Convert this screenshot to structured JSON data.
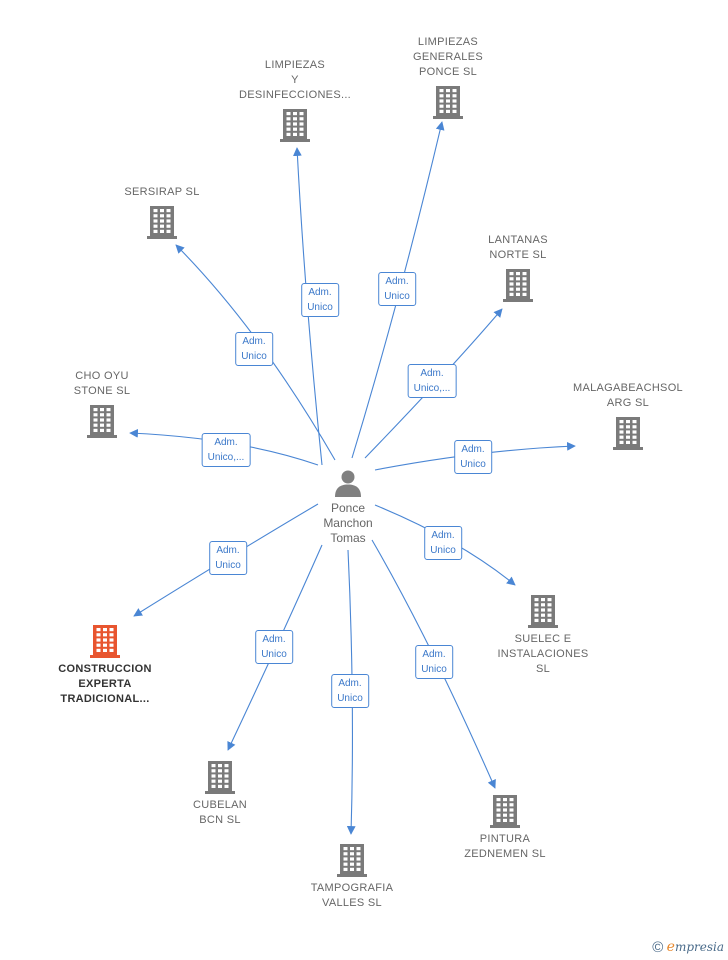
{
  "center": {
    "id": "person",
    "label": "Ponce\nManchon\nTomas",
    "icon": "person-icon"
  },
  "companies": [
    {
      "id": "limpiezas-y-desinfecciones",
      "label": "LIMPIEZAS\nY\nDESINFECCIONES...",
      "role": "Adm.\nUnico",
      "highlight": false
    },
    {
      "id": "limpiezas-generales-ponce",
      "label": "LIMPIEZAS\nGENERALES\nPONCE  SL",
      "role": "Adm.\nUnico",
      "highlight": false
    },
    {
      "id": "sersirap",
      "label": "SERSIRAP  SL",
      "role": "Adm.\nUnico",
      "highlight": false
    },
    {
      "id": "lantanas-norte",
      "label": "LANTANAS\nNORTE  SL",
      "role": "Adm.\nUnico,...",
      "highlight": false
    },
    {
      "id": "cho-oyu-stone",
      "label": "CHO OYU\nSTONE  SL",
      "role": "Adm.\nUnico,...",
      "highlight": false
    },
    {
      "id": "malagabeachsolarg",
      "label": "MALAGABEACHSOL\nARG  SL",
      "role": "Adm.\nUnico",
      "highlight": false
    },
    {
      "id": "construccion-experta",
      "label": "CONSTRUCCION\nEXPERTA\nTRADICIONAL...",
      "role": "Adm.\nUnico",
      "highlight": true
    },
    {
      "id": "suelec-instalaciones",
      "label": "SUELEC E\nINSTALACIONES\nSL",
      "role": "Adm.\nUnico",
      "highlight": false
    },
    {
      "id": "cubelan-bcn",
      "label": "CUBELAN\nBCN  SL",
      "role": "Adm.\nUnico",
      "highlight": false
    },
    {
      "id": "tampografia-valles",
      "label": "TAMPOGRAFIA\nVALLES  SL",
      "role": "Adm.\nUnico",
      "highlight": false
    },
    {
      "id": "pintura-zednemen",
      "label": "PINTURA\nZEDNEMEN  SL",
      "role": "Adm.\nUnico",
      "highlight": false
    }
  ],
  "colors": {
    "link": "#4a86d4",
    "building": "#7a7a7a",
    "building_highlight": "#e8552f",
    "person": "#808080"
  },
  "brand": {
    "copyright": "©",
    "e": "e",
    "name": "mpresia"
  }
}
